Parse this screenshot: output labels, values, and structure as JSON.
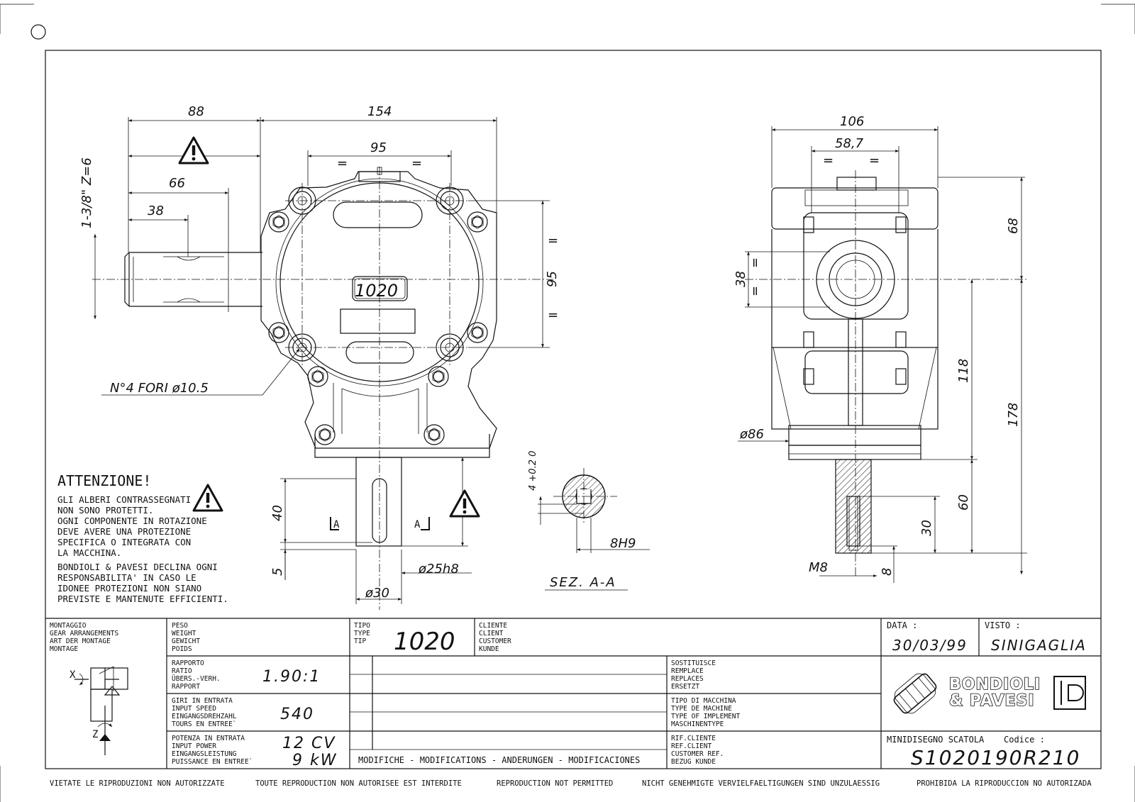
{
  "dimensions": {
    "d88": "88",
    "d154": "154",
    "d95_top": "95",
    "d66": "66",
    "d38": "38",
    "shaft_spec": "1-3/8\" Z=6",
    "d95_side": "95",
    "d106": "106",
    "d58_7": "58,7",
    "d68": "68",
    "d38_side": "38",
    "d118": "118",
    "d178": "178",
    "d86": "ø86",
    "d60": "60",
    "d30": "30",
    "d8": "8",
    "m8": "M8",
    "d40": "40",
    "d5": "5",
    "d25h8": "ø25h8",
    "d30dia": "ø30",
    "tol": "4 +0.2 0",
    "h9": "8H9",
    "section": "SEZ. A-A",
    "holes": "N°4 FORI ø10.5",
    "model_badge": "1020",
    "eq": "=",
    "sec_letter": "A"
  },
  "warning": {
    "title": "ATTENZIONE!",
    "lines": [
      "GLI ALBERI CONTRASSEGNATI",
      "NON SONO PROTETTI.",
      "OGNI COMPONENTE IN ROTAZIONE",
      "DEVE AVERE UNA PROTEZIONE",
      "SPECIFICA O INTEGRATA CON",
      "LA MACCHINA.",
      "BONDIOLI & PAVESI DECLINA OGNI",
      "RESPONSABILITA' IN CASO LE",
      "IDONEE PROTEZIONI NON SIANO",
      "PREVISTE E MANTENUTE EFFICIENTI."
    ]
  },
  "title_block": {
    "montaggio": [
      "MONTAGGIO",
      "GEAR ARRANGEMENTS",
      "ART DER MONTAGE",
      "MONTAGE"
    ],
    "peso": [
      "PESO",
      "WEIGHT",
      "GEWICHT",
      "POIDS"
    ],
    "tipo": [
      "TIPO",
      "TYPE",
      "TIP"
    ],
    "tipo_value": "1020",
    "cliente": [
      "CLIENTE",
      "CLIENT",
      "CUSTOMER",
      "KUNDE"
    ],
    "data_label": "DATA :",
    "data_value": "30/03/99",
    "visto_label": "VISTO :",
    "visto_value": "SINIGAGLIA",
    "rapporto": [
      "RAPPORTO",
      "RATIO",
      "ÜBERS.-VERH.",
      "RAPPORT"
    ],
    "rapporto_value": "1.90:1",
    "giri": [
      "GIRI IN ENTRATA",
      "INPUT SPEED",
      "EINGANGSDREHZAHL",
      "TOURS EN ENTREE`"
    ],
    "giri_value": "540",
    "potenza": [
      "POTENZA IN ENTRATA",
      "INPUT POWER",
      "EINGANGSLEISTUNG",
      "PUISSANCE EN ENTREE`"
    ],
    "potenza_cv": "12 CV",
    "potenza_kw": "9 kW",
    "sostituisce": [
      "SOSTITUISCE",
      "REMPLACE",
      "REPLACES",
      "ERSETZT"
    ],
    "tipo_macchina": [
      "TIPO DI MACCHINA",
      "TYPE DE MACHINE",
      "TYPE OF IMPLEMENT",
      "MASCHINENTYPE"
    ],
    "rif_cliente": [
      "RIF.CLIENTE",
      "REF.CLIENT",
      "CUSTOMER REF.",
      "BEZUG KUNDE"
    ],
    "modifiche": "MODIFICHE - MODIFICATIONS - ANDERUNGEN - MODIFICACIONES",
    "minidisegno": "MINIDISEGNO SCATOLA",
    "codice_label": "Codice :",
    "codice_value": "S1020190R210",
    "brand_line1": "BONDIOLI",
    "brand_line2": "& PAVESI",
    "axis_x": "X",
    "axis_z": "Z"
  },
  "footer": [
    "VIETATE LE RIPRODUZIONI NON AUTORIZZATE",
    "TOUTE REPRODUCTION NON AUTORISEE EST INTERDITE",
    "REPRODUCTION NOT PERMITTED",
    "NICHT GENEHMIGTE VERVIELFAELTIGUNGEN SIND UNZULAESSIG",
    "PROHIBIDA LA RIPRODUCCION NO AUTORIZADA"
  ]
}
